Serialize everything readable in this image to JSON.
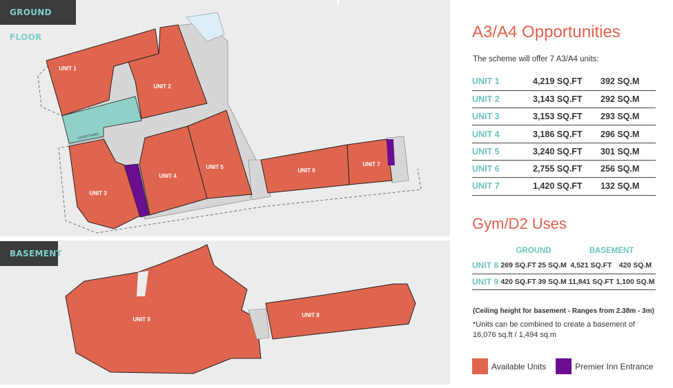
{
  "map": {
    "ground_label": "GROUND FLOOR",
    "basement_label": "BASEMENT",
    "courtyard_label": "COURTYARD",
    "unit_labels": [
      "UNIT 1",
      "UNIT 2",
      "UNIT 3",
      "UNIT 4",
      "UNIT 5",
      "UNIT 6",
      "UNIT 7",
      "UNIT 8",
      "UNIT 9"
    ]
  },
  "a3a4": {
    "title": "A3/A4 Opportunities",
    "intro": "The scheme will offer 7 A3/A4 units:",
    "rows": [
      {
        "unit": "UNIT 1",
        "sqft": "4,219 SQ.FT",
        "sqm": "392 SQ.M"
      },
      {
        "unit": "UNIT 2",
        "sqft": "3,143 SQ.FT",
        "sqm": "292 SQ.M"
      },
      {
        "unit": "UNIT 3",
        "sqft": "3,153 SQ.FT",
        "sqm": "293 SQ.M"
      },
      {
        "unit": "UNIT 4",
        "sqft": "3,186 SQ.FT",
        "sqm": "296 SQ.M"
      },
      {
        "unit": "UNIT 5",
        "sqft": "3,240 SQ.FT",
        "sqm": "301 SQ.M"
      },
      {
        "unit": "UNIT 6",
        "sqft": "2,755 SQ.FT",
        "sqm": "256 SQ.M"
      },
      {
        "unit": "UNIT 7",
        "sqft": "1,420 SQ.FT",
        "sqm": "132 SQ.M"
      }
    ]
  },
  "gym": {
    "title": "Gym/D2 Uses",
    "headers": {
      "ground": "GROUND",
      "basement": "BASEMENT"
    },
    "rows": [
      {
        "unit": "UNIT 8",
        "g_sqft": "269 SQ.FT",
        "g_sqm": "25 SQ.M",
        "b_sqft": "4,521 SQ.FT",
        "b_sqm": "420 SQ.M"
      },
      {
        "unit": "UNIT 9",
        "g_sqft": "420 SQ.FT",
        "g_sqm": "39 SQ.M",
        "b_sqft": "11,841 SQ.FT",
        "b_sqm": "1,100 SQ.M"
      }
    ],
    "ceiling_note": "(Ceiling height for basement - Ranges from 2.38m - 3m)",
    "combine_note": "*Units can be combined to create a basement of 16,076 sq.ft / 1,494 sq.m"
  },
  "legend": {
    "available": "Available Units",
    "premier": "Premier Inn Entrance",
    "colors": {
      "available": "#e0654f",
      "premier": "#6a0d91",
      "courtyard": "#8fd1c6"
    }
  }
}
